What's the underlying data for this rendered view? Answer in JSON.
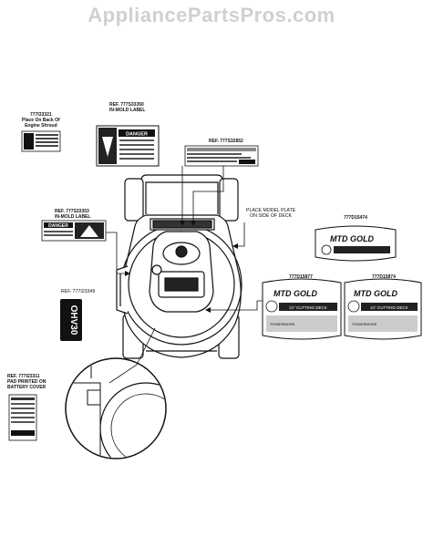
{
  "watermark": "AppliancePartsPros.com",
  "labels": {
    "shroud_ref": [
      "777I33321",
      "Place On Back Of",
      "Engine Shroud"
    ],
    "inmold_top": [
      "REF. 777S33350",
      "IN-MOLD LABEL"
    ],
    "ref_32852": [
      "REF. 777S32852"
    ],
    "inmold_left": [
      "REF. 777S33353",
      "IN-MOLD LABEL"
    ],
    "model_plate": [
      "PLACE MODEL PLATE",
      "ON SIDE OF DECK"
    ],
    "part_15474": [
      "777D15474"
    ],
    "ref_23349": [
      "REF. 777I23349"
    ],
    "part_15877": [
      "777D15877"
    ],
    "part_15874": [
      "777D15874"
    ],
    "battery": [
      "REF. 777I23311",
      "PAD PRINTED ON",
      "BATTERY COVER"
    ]
  },
  "decals": {
    "danger": "DANGER",
    "mtd_gold": "MTD GOLD",
    "deck_21": "21\" CUTTING DECK",
    "powermore": "POWERMORE",
    "ohv": "OHV30"
  }
}
